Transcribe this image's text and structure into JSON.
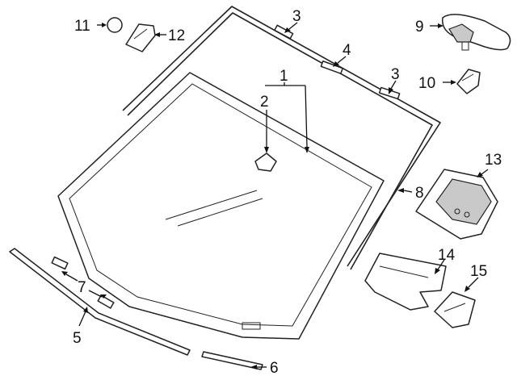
{
  "diagram": {
    "callouts": {
      "c1": "1",
      "c2": "2",
      "c3a": "3",
      "c3b": "3",
      "c4": "4",
      "c5": "5",
      "c6": "6",
      "c7": "7",
      "c8": "8",
      "c9": "9",
      "c10": "10",
      "c11": "11",
      "c12": "12",
      "c13": "13",
      "c14": "14",
      "c15": "15"
    },
    "parts": [
      {
        "callout": "1",
        "icon": "windshield-glass"
      },
      {
        "callout": "2",
        "icon": "sensor-bracket"
      },
      {
        "callout": "3",
        "icon": "spacer-pad"
      },
      {
        "callout": "4",
        "icon": "spacer-pad"
      },
      {
        "callout": "5",
        "icon": "lower-molding-strip"
      },
      {
        "callout": "6",
        "icon": "lower-molding-strip"
      },
      {
        "callout": "7",
        "icon": "clip-pad"
      },
      {
        "callout": "8",
        "icon": "side-molding"
      },
      {
        "callout": "9",
        "icon": "rearview-mirror"
      },
      {
        "callout": "10",
        "icon": "mirror-cover"
      },
      {
        "callout": "11",
        "icon": "button-sensor"
      },
      {
        "callout": "12",
        "icon": "mirror-bracket"
      },
      {
        "callout": "13",
        "icon": "camera-module"
      },
      {
        "callout": "14",
        "icon": "upper-cover"
      },
      {
        "callout": "15",
        "icon": "lower-cover"
      }
    ],
    "colors": {
      "line": "#222222",
      "shade": "#c9c9c9",
      "background": "#ffffff"
    }
  }
}
